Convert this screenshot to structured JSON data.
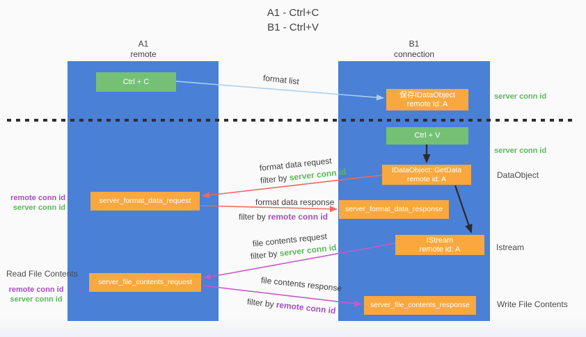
{
  "title": {
    "line1": "A1 - Ctrl+C",
    "line2": "B1 - Ctrl+V"
  },
  "lanes": {
    "left": {
      "name": "A1",
      "subtitle": "remote"
    },
    "right": {
      "name": "B1",
      "subtitle": "connection"
    }
  },
  "nodes": {
    "ctrl_c": {
      "label": "Ctrl + C"
    },
    "save_dataobject": {
      "line1": "保存IDataObject",
      "line2": "remote id: A"
    },
    "ctrl_v": {
      "label": "Ctrl + V"
    },
    "getdata": {
      "line1": "IDataObject::GetData",
      "line2": "remote id: A"
    },
    "format_request": {
      "label": "server_format_data_request"
    },
    "format_response": {
      "label": "server_format_data_response"
    },
    "istream": {
      "line1": "IStream",
      "line2": "remote id: A"
    },
    "file_request": {
      "label": "server_file_contents_request"
    },
    "file_response": {
      "label": "server_file_contents_response"
    }
  },
  "edge_labels": {
    "format_list": "format list",
    "format_data_request": "format data request",
    "format_data_response": "format data response",
    "file_contents_request": "file contents request",
    "file_contents_response": "file contents response",
    "filter_by": "filter by ",
    "server_conn_id": "server conn id",
    "remote_conn_id": "remote conn id"
  },
  "side_labels": {
    "server_conn_top": "server conn id",
    "server_conn_mid": "server conn id",
    "dataobject": "DataObject",
    "istream": "Istream",
    "write_file_contents": "Write File Contents",
    "read_file_contents": "Read File Contents",
    "remote_conn_id": "remote conn id",
    "server_conn_id": "server conn id"
  },
  "colors": {
    "lane": "#4a80d6",
    "action_green": "#74c175",
    "node_orange": "#f8a83e",
    "red_arrow": "#ed6a5e",
    "purple_arrow": "#c45ac8",
    "blue_arrow": "#a9d0ee",
    "black_arrow": "#2b2b2b",
    "green_text": "#5cb85c",
    "purple_text": "#a94dbf",
    "dark_text": "#3f3f3f",
    "bg": "#fafafa"
  }
}
